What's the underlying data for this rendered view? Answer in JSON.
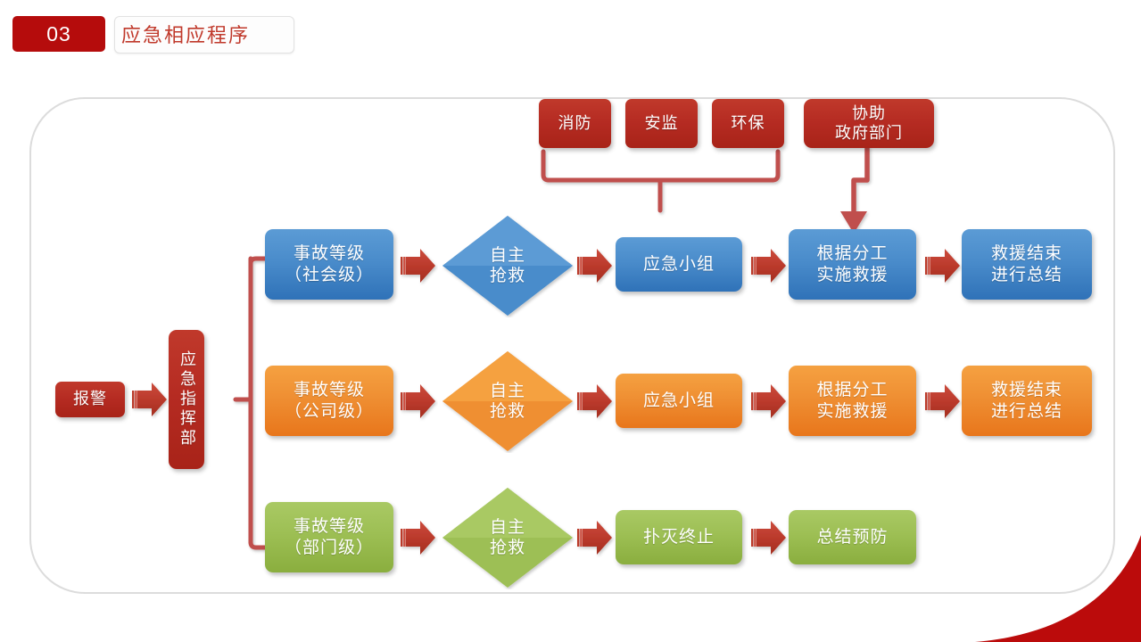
{
  "header": {
    "number": "03",
    "title": "应急相应程序"
  },
  "colors": {
    "brand_red": "#b50c0c",
    "title_red": "#c0392b",
    "node_red": "#b52b22",
    "node_blue": "#4a8ccb",
    "node_orange": "#ef8f33",
    "node_green": "#9dbf54",
    "connector_red": "#c0504d",
    "frame_gray": "#dcdcdc"
  },
  "diagram": {
    "support_boxes": [
      {
        "label": "消防",
        "name": "fire-department-box"
      },
      {
        "label": "安监",
        "name": "safety-supervision-box"
      },
      {
        "label": "环保",
        "name": "environmental-protection-box"
      }
    ],
    "government_box": {
      "label": "协助\n政府部门",
      "name": "government-assistance-box"
    },
    "entry": {
      "label": "报警",
      "name": "alarm-box"
    },
    "command": {
      "label": "应急指挥部",
      "name": "emergency-command-box"
    },
    "rows": [
      {
        "name": "social-level-row",
        "color": "blue",
        "level": "事故等级\n（社会级）",
        "decision": "自主\n抢救",
        "steps": [
          "应急小组",
          "根据分工\n实施救援",
          "救援结束\n进行总结"
        ]
      },
      {
        "name": "company-level-row",
        "color": "orange",
        "level": "事故等级\n（公司级）",
        "decision": "自主\n抢救",
        "steps": [
          "应急小组",
          "根据分工\n实施救援",
          "救援结束\n进行总结"
        ]
      },
      {
        "name": "department-level-row",
        "color": "green",
        "level": "事故等级\n（部门级）",
        "decision": "自主\n抢救",
        "steps": [
          "扑灭终止",
          "总结预防"
        ]
      }
    ]
  }
}
